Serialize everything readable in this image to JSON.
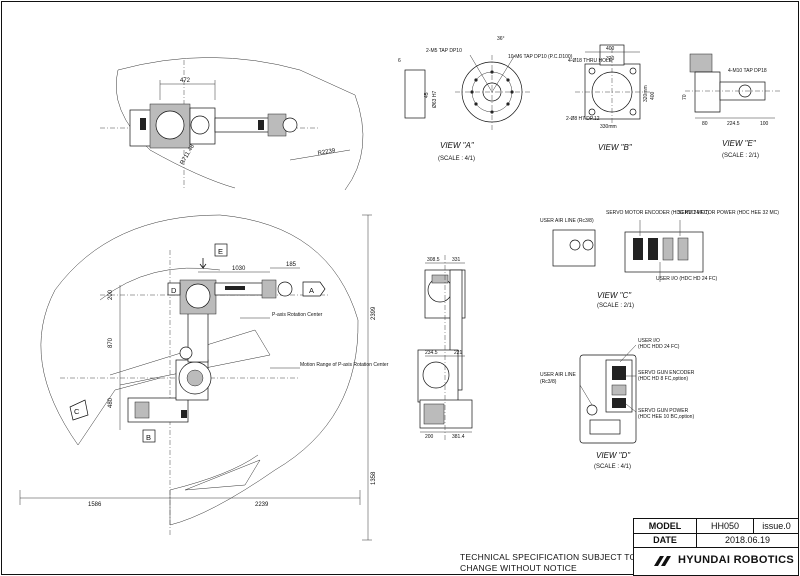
{
  "title_block": {
    "model_label": "MODEL",
    "model_value": "HH050",
    "issue": "issue.0",
    "date_label": "DATE",
    "date_value": "2018.06.19",
    "brand": "HYUNDAI ROBOTICS"
  },
  "notice": {
    "line1": "TECHNICAL SPECIFICATION SUBJECT TO",
    "line2": "CHANGE WITHOUT NOTICE"
  },
  "top_view": {
    "dim_width": "472",
    "dim_radius": "R2239",
    "dim_angle": "R711.48"
  },
  "side_view": {
    "dim_1030": "1030",
    "dim_185": "185",
    "dim_200": "200",
    "dim_870": "870",
    "dim_480": "480",
    "dim_2399": "2399",
    "dim_1358": "1358",
    "dim_1586": "1586",
    "dim_2239": "2239",
    "label_wrist_center": "P-axis Rotation Center",
    "label_motion_range": "Motion Range of P-axis Rotation Center",
    "markers": {
      "A": "A",
      "B": "B",
      "C": "C",
      "D": "D",
      "E": "E"
    }
  },
  "front_view": {
    "dim_308": "308.5",
    "dim_331": "331",
    "dim_234": "234.5",
    "dim_221": "221",
    "dim_200b": "200",
    "dim_3814": "381.4"
  },
  "view_a": {
    "title": "VIEW \"A\"",
    "scale": "(SCALE : 4/1)",
    "note_tap": "2-M5 TAP DP10",
    "note_tap2": "10-M6 TAP DP10 (P.C.D100)",
    "dim_angle": "36°",
    "dim_45": "45",
    "dim_phi": "Ø63 H7",
    "dim_6": "6"
  },
  "view_b": {
    "title": "VIEW \"B\"",
    "dim_400": "400",
    "dim_320": "320",
    "dim_330": "330",
    "dim_400v": "400",
    "dim_320v": "320mm",
    "dim_330b": "330mm",
    "note_holes": "4-Ø18 THRU HOLE",
    "note_pin": "2-Ø8 H7 DP.12"
  },
  "view_e": {
    "title": "VIEW \"E\"",
    "scale": "(SCALE : 2/1)",
    "note_tap": "4-M10 TAP DP18",
    "dim_70": "70",
    "dim_80": "80",
    "dim_2245": "224.5",
    "dim_100": "100"
  },
  "view_c": {
    "title": "VIEW \"C\"",
    "scale": "(SCALE : 2/1)",
    "label_air": "USER AIR LINE (Rc3/8)",
    "label_encoder": "SERVO MOTOR ENCODER (HDC HD 24 FC)",
    "label_power": "SERVO MOTOR POWER (HDC HEE 32 MC)",
    "label_user_io": "USER I/O (HDC HD 24 FC)"
  },
  "view_d": {
    "title": "VIEW \"D\"",
    "scale": "(SCALE : 4/1)",
    "label_user_io": "USER I/O",
    "label_user_io_conn": "(HDC HDD 24 FC)",
    "label_air": "USER AIR LINE",
    "label_air_conn": "(Rc3/8)",
    "label_gun_encoder": "SERVO GUN ENCODER",
    "label_gun_encoder_conn": "(HDC HD 8 FC,option)",
    "label_gun_power": "SERVO GUN POWER",
    "label_gun_power_conn": "(HDC HEE 10 BC,option)"
  }
}
